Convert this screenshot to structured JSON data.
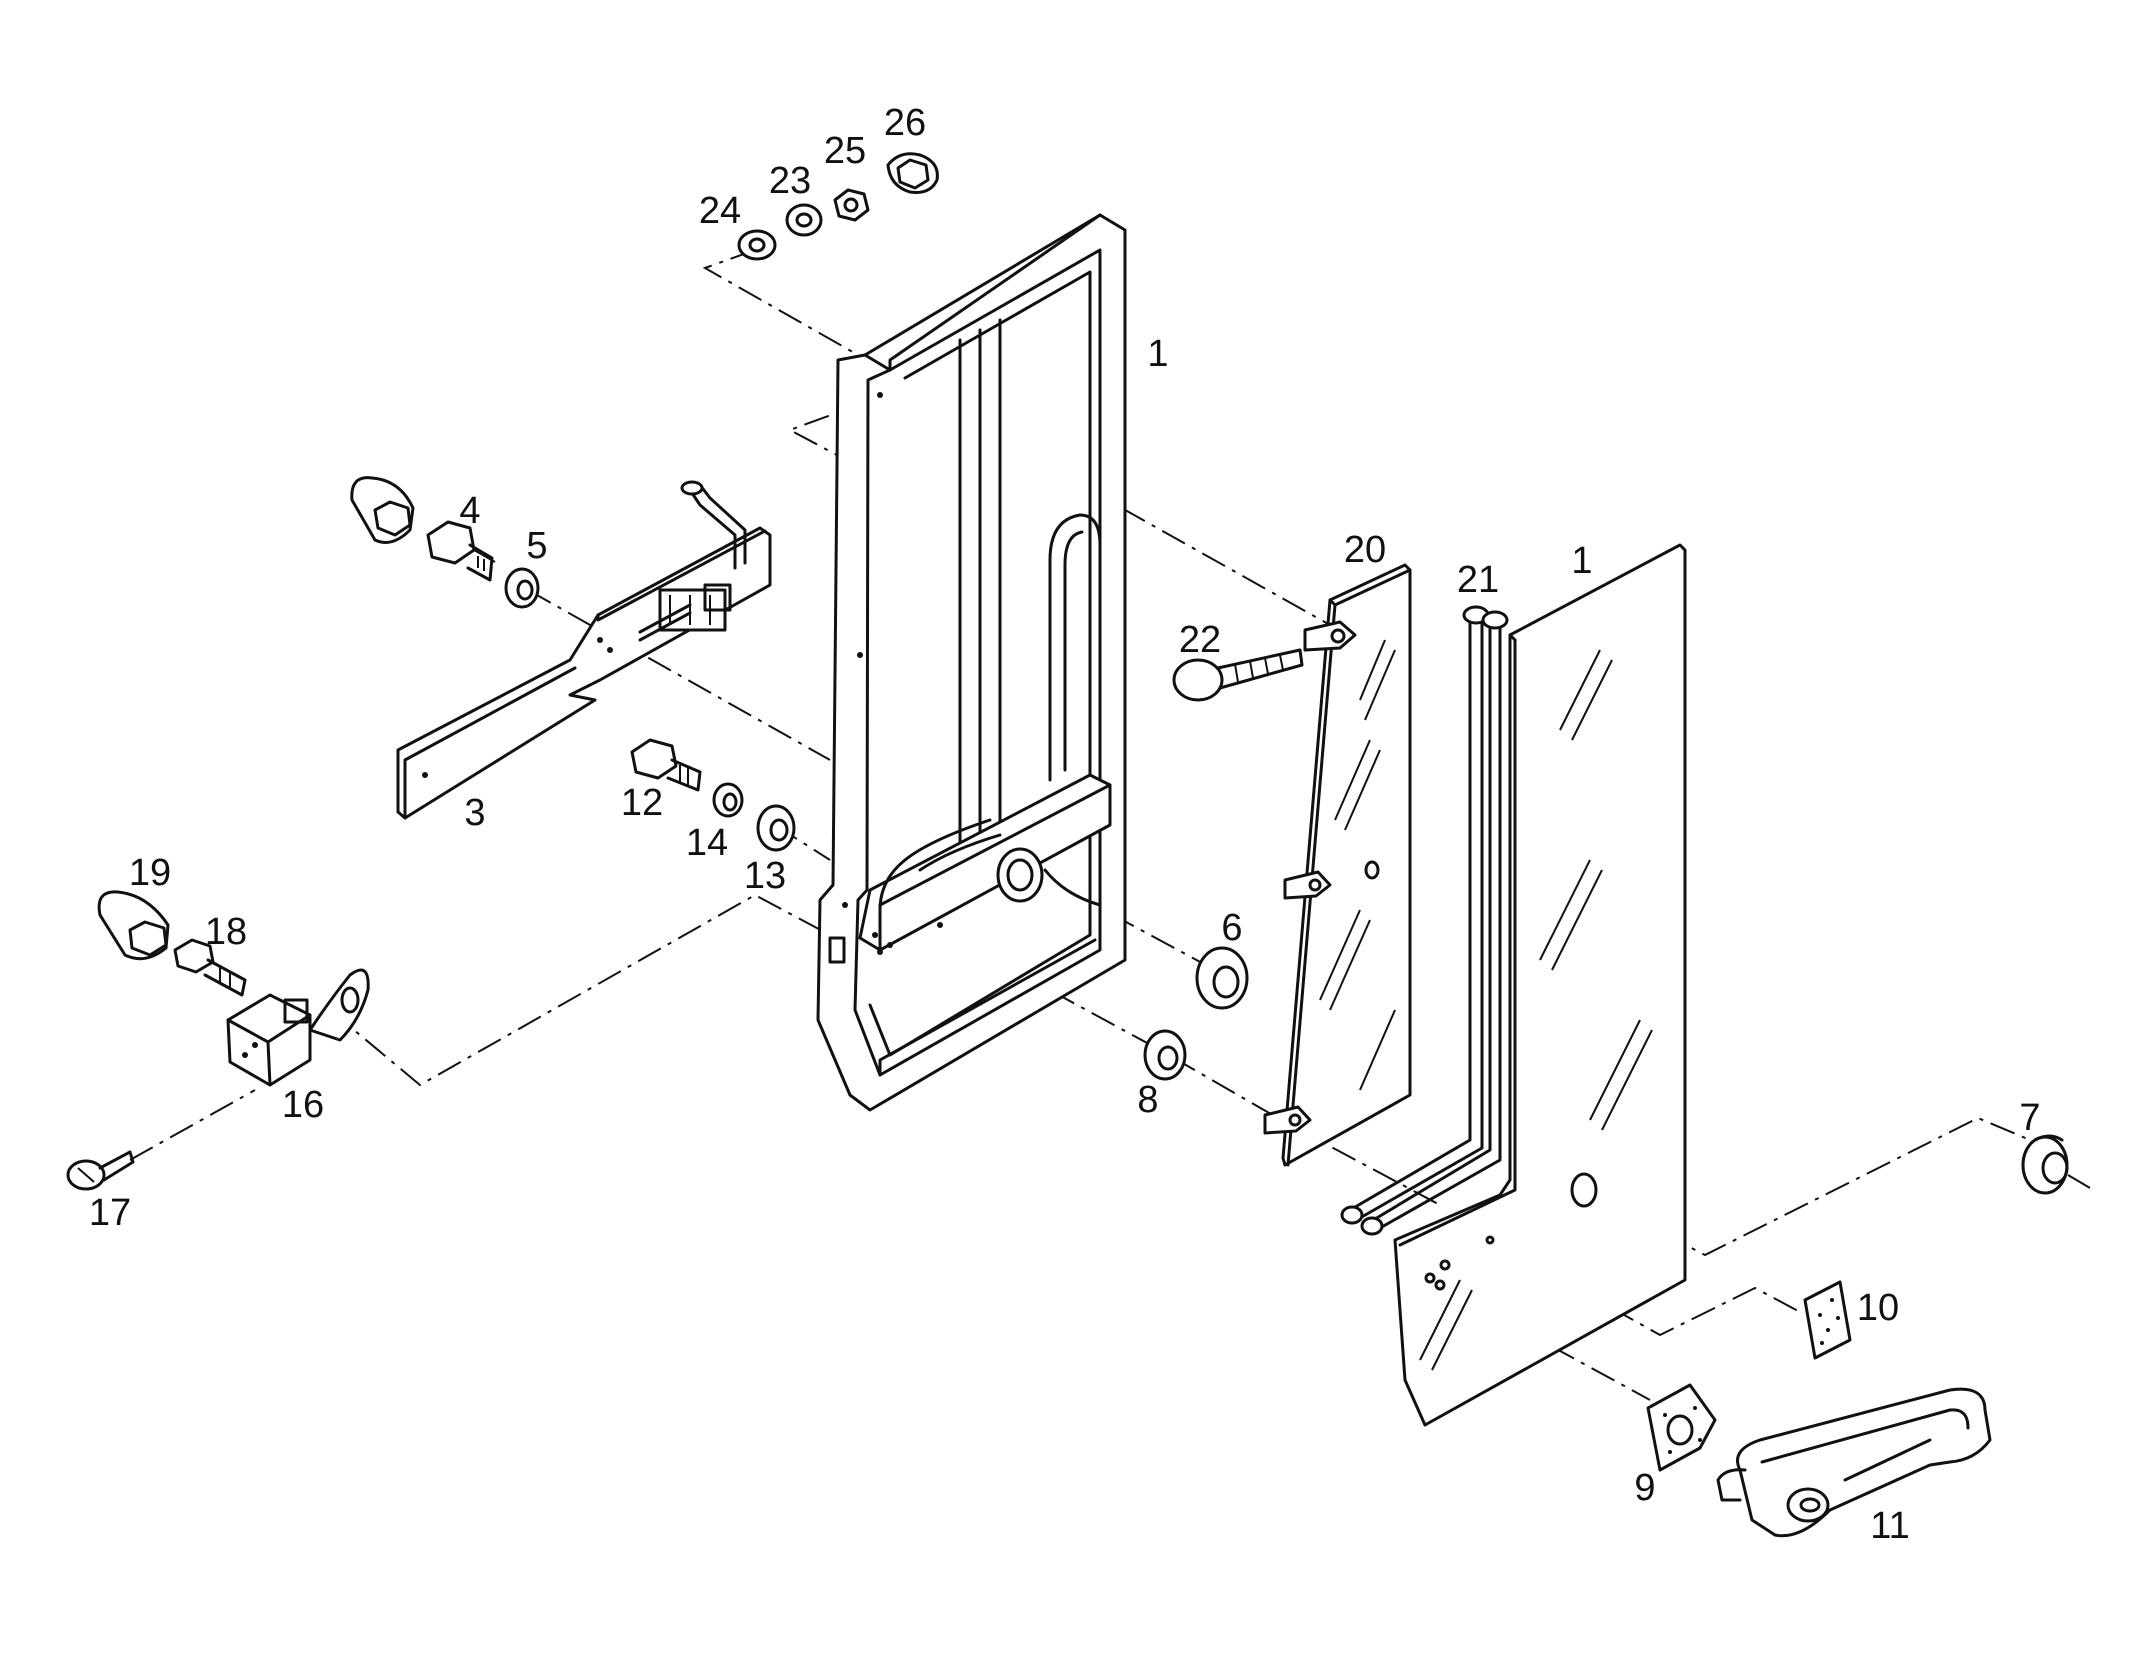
{
  "callouts": [
    {
      "id": "1",
      "text": "1"
    },
    {
      "id": "1b",
      "text": "1"
    },
    {
      "id": "3",
      "text": "3"
    },
    {
      "id": "4",
      "text": "4"
    },
    {
      "id": "5",
      "text": "5"
    },
    {
      "id": "6",
      "text": "6"
    },
    {
      "id": "7",
      "text": "7"
    },
    {
      "id": "8",
      "text": "8"
    },
    {
      "id": "9",
      "text": "9"
    },
    {
      "id": "10",
      "text": "10"
    },
    {
      "id": "11",
      "text": "11"
    },
    {
      "id": "12",
      "text": "12"
    },
    {
      "id": "13",
      "text": "13"
    },
    {
      "id": "14",
      "text": "14"
    },
    {
      "id": "16",
      "text": "16"
    },
    {
      "id": "17",
      "text": "17"
    },
    {
      "id": "18",
      "text": "18"
    },
    {
      "id": "19",
      "text": "19"
    },
    {
      "id": "20",
      "text": "20"
    },
    {
      "id": "21",
      "text": "21"
    },
    {
      "id": "22",
      "text": "22"
    },
    {
      "id": "23",
      "text": "23"
    },
    {
      "id": "24",
      "text": "24"
    },
    {
      "id": "25",
      "text": "25"
    },
    {
      "id": "26",
      "text": "26"
    }
  ]
}
